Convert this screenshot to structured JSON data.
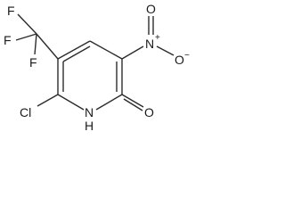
{
  "molecule": {
    "atoms": {
      "f1": "F",
      "f2": "F",
      "f3": "F",
      "n_nitro": "N",
      "n_nitro_charge": "+",
      "o_nitro_top": "O",
      "o_nitro_right": "O",
      "o_nitro_right_charge": "−",
      "cl": "Cl",
      "nh_n": "N",
      "nh_h": "H",
      "o_carbonyl": "O"
    }
  }
}
